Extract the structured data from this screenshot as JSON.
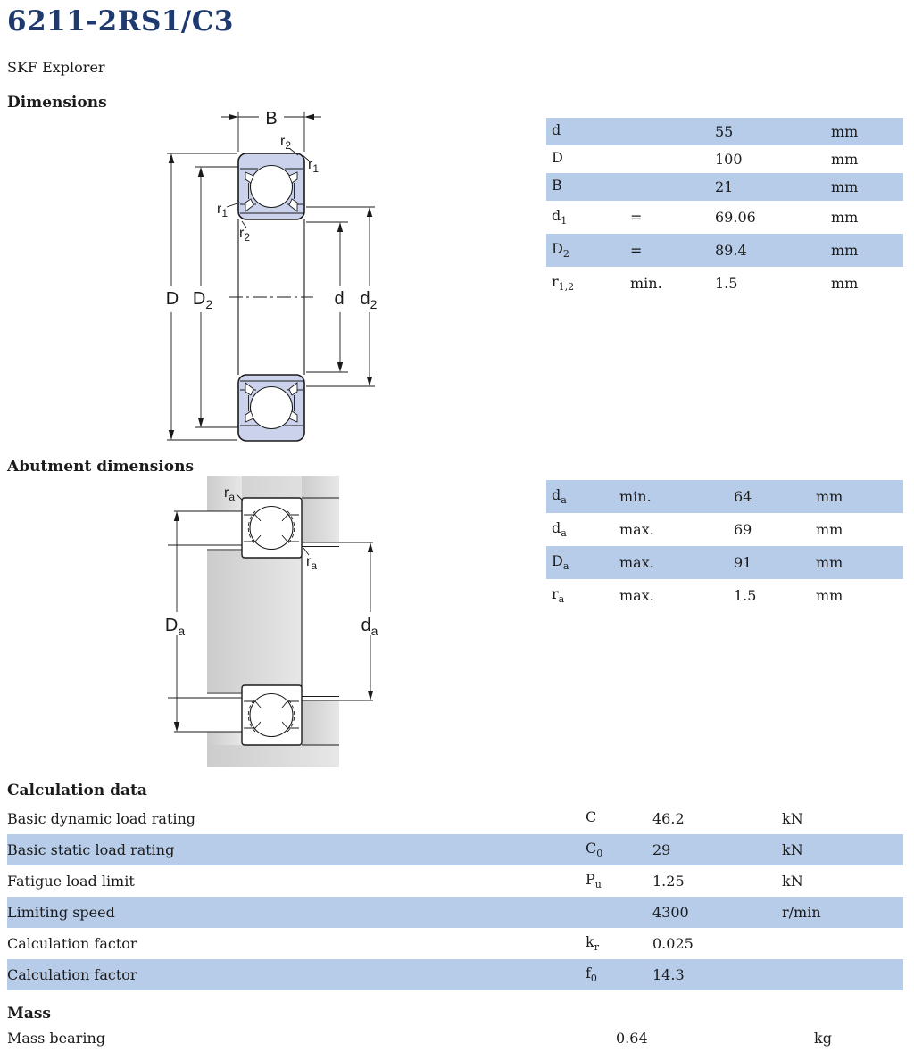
{
  "header": {
    "title": "6211-2RS1/C3",
    "subtitle": "SKF Explorer"
  },
  "colors": {
    "title_navy": "#1e3a6e",
    "row_highlight_blue": "#b7cce8",
    "bearing_fill_blue": "#cad3eb",
    "drawing_grey": "#d8d8d8"
  },
  "dimensions": {
    "heading": "Dimensions",
    "table": {
      "rows": [
        {
          "symbol": "d",
          "sub": "",
          "qualifier": "",
          "value": "55",
          "unit": "mm",
          "highlight": true
        },
        {
          "symbol": "D",
          "sub": "",
          "qualifier": "",
          "value": "100",
          "unit": "mm",
          "highlight": false
        },
        {
          "symbol": "B",
          "sub": "",
          "qualifier": "",
          "value": "21",
          "unit": "mm",
          "highlight": true
        },
        {
          "symbol": "d",
          "sub": "1",
          "qualifier": "=",
          "value": "69.06",
          "unit": "mm",
          "highlight": false
        },
        {
          "symbol": "D",
          "sub": "2",
          "qualifier": "=",
          "value": "89.4",
          "unit": "mm",
          "highlight": true
        },
        {
          "symbol": "r",
          "sub": "1,2",
          "qualifier": "min.",
          "value": "1.5",
          "unit": "mm",
          "highlight": false
        }
      ]
    },
    "drawing": {
      "labels": {
        "width": "B",
        "r2_top": {
          "base": "r",
          "sub": "2"
        },
        "r1_topright": {
          "base": "r",
          "sub": "1"
        },
        "r1_left": {
          "base": "r",
          "sub": "1"
        },
        "r2_left": {
          "base": "r",
          "sub": "2"
        },
        "D": {
          "base": "D",
          "sub": ""
        },
        "D2": {
          "base": "D",
          "sub": "2"
        },
        "d": {
          "base": "d",
          "sub": ""
        },
        "d2": {
          "base": "d",
          "sub": "2"
        }
      }
    }
  },
  "abutment": {
    "heading": "Abutment dimensions",
    "table": {
      "rows": [
        {
          "symbol": "d",
          "sub": "a",
          "qualifier": "min.",
          "value": "64",
          "unit": "mm",
          "highlight": true
        },
        {
          "symbol": "d",
          "sub": "a",
          "qualifier": "max.",
          "value": "69",
          "unit": "mm",
          "highlight": false
        },
        {
          "symbol": "D",
          "sub": "a",
          "qualifier": "max.",
          "value": "91",
          "unit": "mm",
          "highlight": true
        },
        {
          "symbol": "r",
          "sub": "a",
          "qualifier": "max.",
          "value": "1.5",
          "unit": "mm",
          "highlight": false
        }
      ]
    },
    "drawing": {
      "labels": {
        "ra_top": {
          "base": "r",
          "sub": "a"
        },
        "ra_mid": {
          "base": "r",
          "sub": "a"
        },
        "Da": {
          "base": "D",
          "sub": "a"
        },
        "da": {
          "base": "d",
          "sub": "a"
        }
      }
    }
  },
  "calculation": {
    "heading": "Calculation data",
    "rows": [
      {
        "label": "Basic dynamic load rating",
        "symbol": "C",
        "sub": "",
        "value": "46.2",
        "unit": "kN",
        "highlight": false
      },
      {
        "label": "Basic static load rating",
        "symbol": "C",
        "sub": "0",
        "value": "29",
        "unit": "kN",
        "highlight": true
      },
      {
        "label": "Fatigue load limit",
        "symbol": "P",
        "sub": "u",
        "value": "1.25",
        "unit": "kN",
        "highlight": false
      },
      {
        "label": "Limiting speed",
        "symbol": "",
        "sub": "",
        "value": "4300",
        "unit": "r/min",
        "highlight": true
      },
      {
        "label": "Calculation factor",
        "symbol": "k",
        "sub": "r",
        "value": "0.025",
        "unit": "",
        "highlight": false
      },
      {
        "label": "Calculation factor",
        "symbol": "f",
        "sub": "0",
        "value": "14.3",
        "unit": "",
        "highlight": true
      }
    ]
  },
  "mass": {
    "heading": "Mass",
    "rows": [
      {
        "label": "Mass bearing",
        "value": "0.64",
        "unit": "kg",
        "highlight": false
      }
    ]
  }
}
